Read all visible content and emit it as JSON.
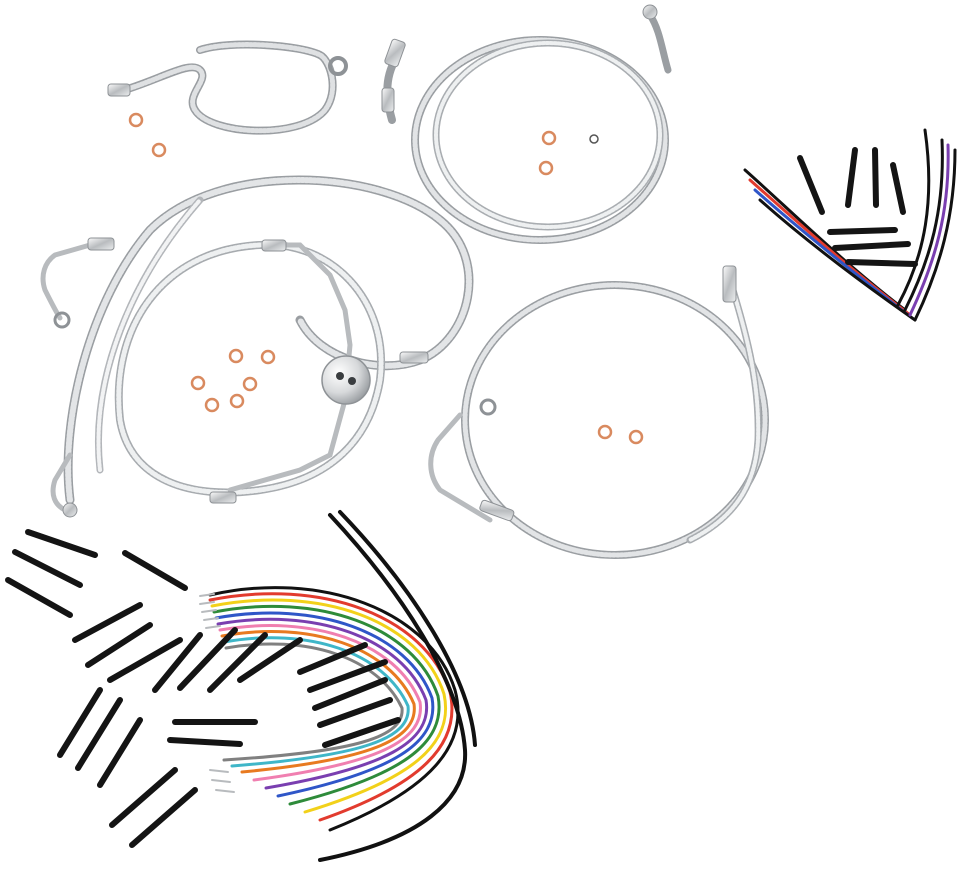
{
  "colors": {
    "background": "#ffffff",
    "braid": "#c9ccd0",
    "braid_dark": "#8e9296",
    "braid_light": "#f4f5f6",
    "chrome": "#d8dadc",
    "copper": "#d98a5f",
    "shrink_tube": "#141414",
    "wire_colors": [
      "#111111",
      "#e23b2e",
      "#f2d11a",
      "#2e8b3a",
      "#2f56c8",
      "#7a3fb0",
      "#f2f2f2",
      "#8a5a2b",
      "#e87a20",
      "#808080",
      "#f07fb0",
      "#3fb6c8"
    ]
  },
  "items": [
    {
      "name": "brake-line-top-left"
    },
    {
      "name": "clutch-cable-coiled-top-center"
    },
    {
      "name": "throttle-cable-loop-left"
    },
    {
      "name": "brake-line-loop-right"
    },
    {
      "name": "wire-harness-extension-small"
    },
    {
      "name": "wire-harness-extension-large"
    },
    {
      "name": "heat-shrink-tubing-pieces"
    },
    {
      "name": "copper-crush-washers"
    },
    {
      "name": "chrome-splitter-block"
    }
  ]
}
